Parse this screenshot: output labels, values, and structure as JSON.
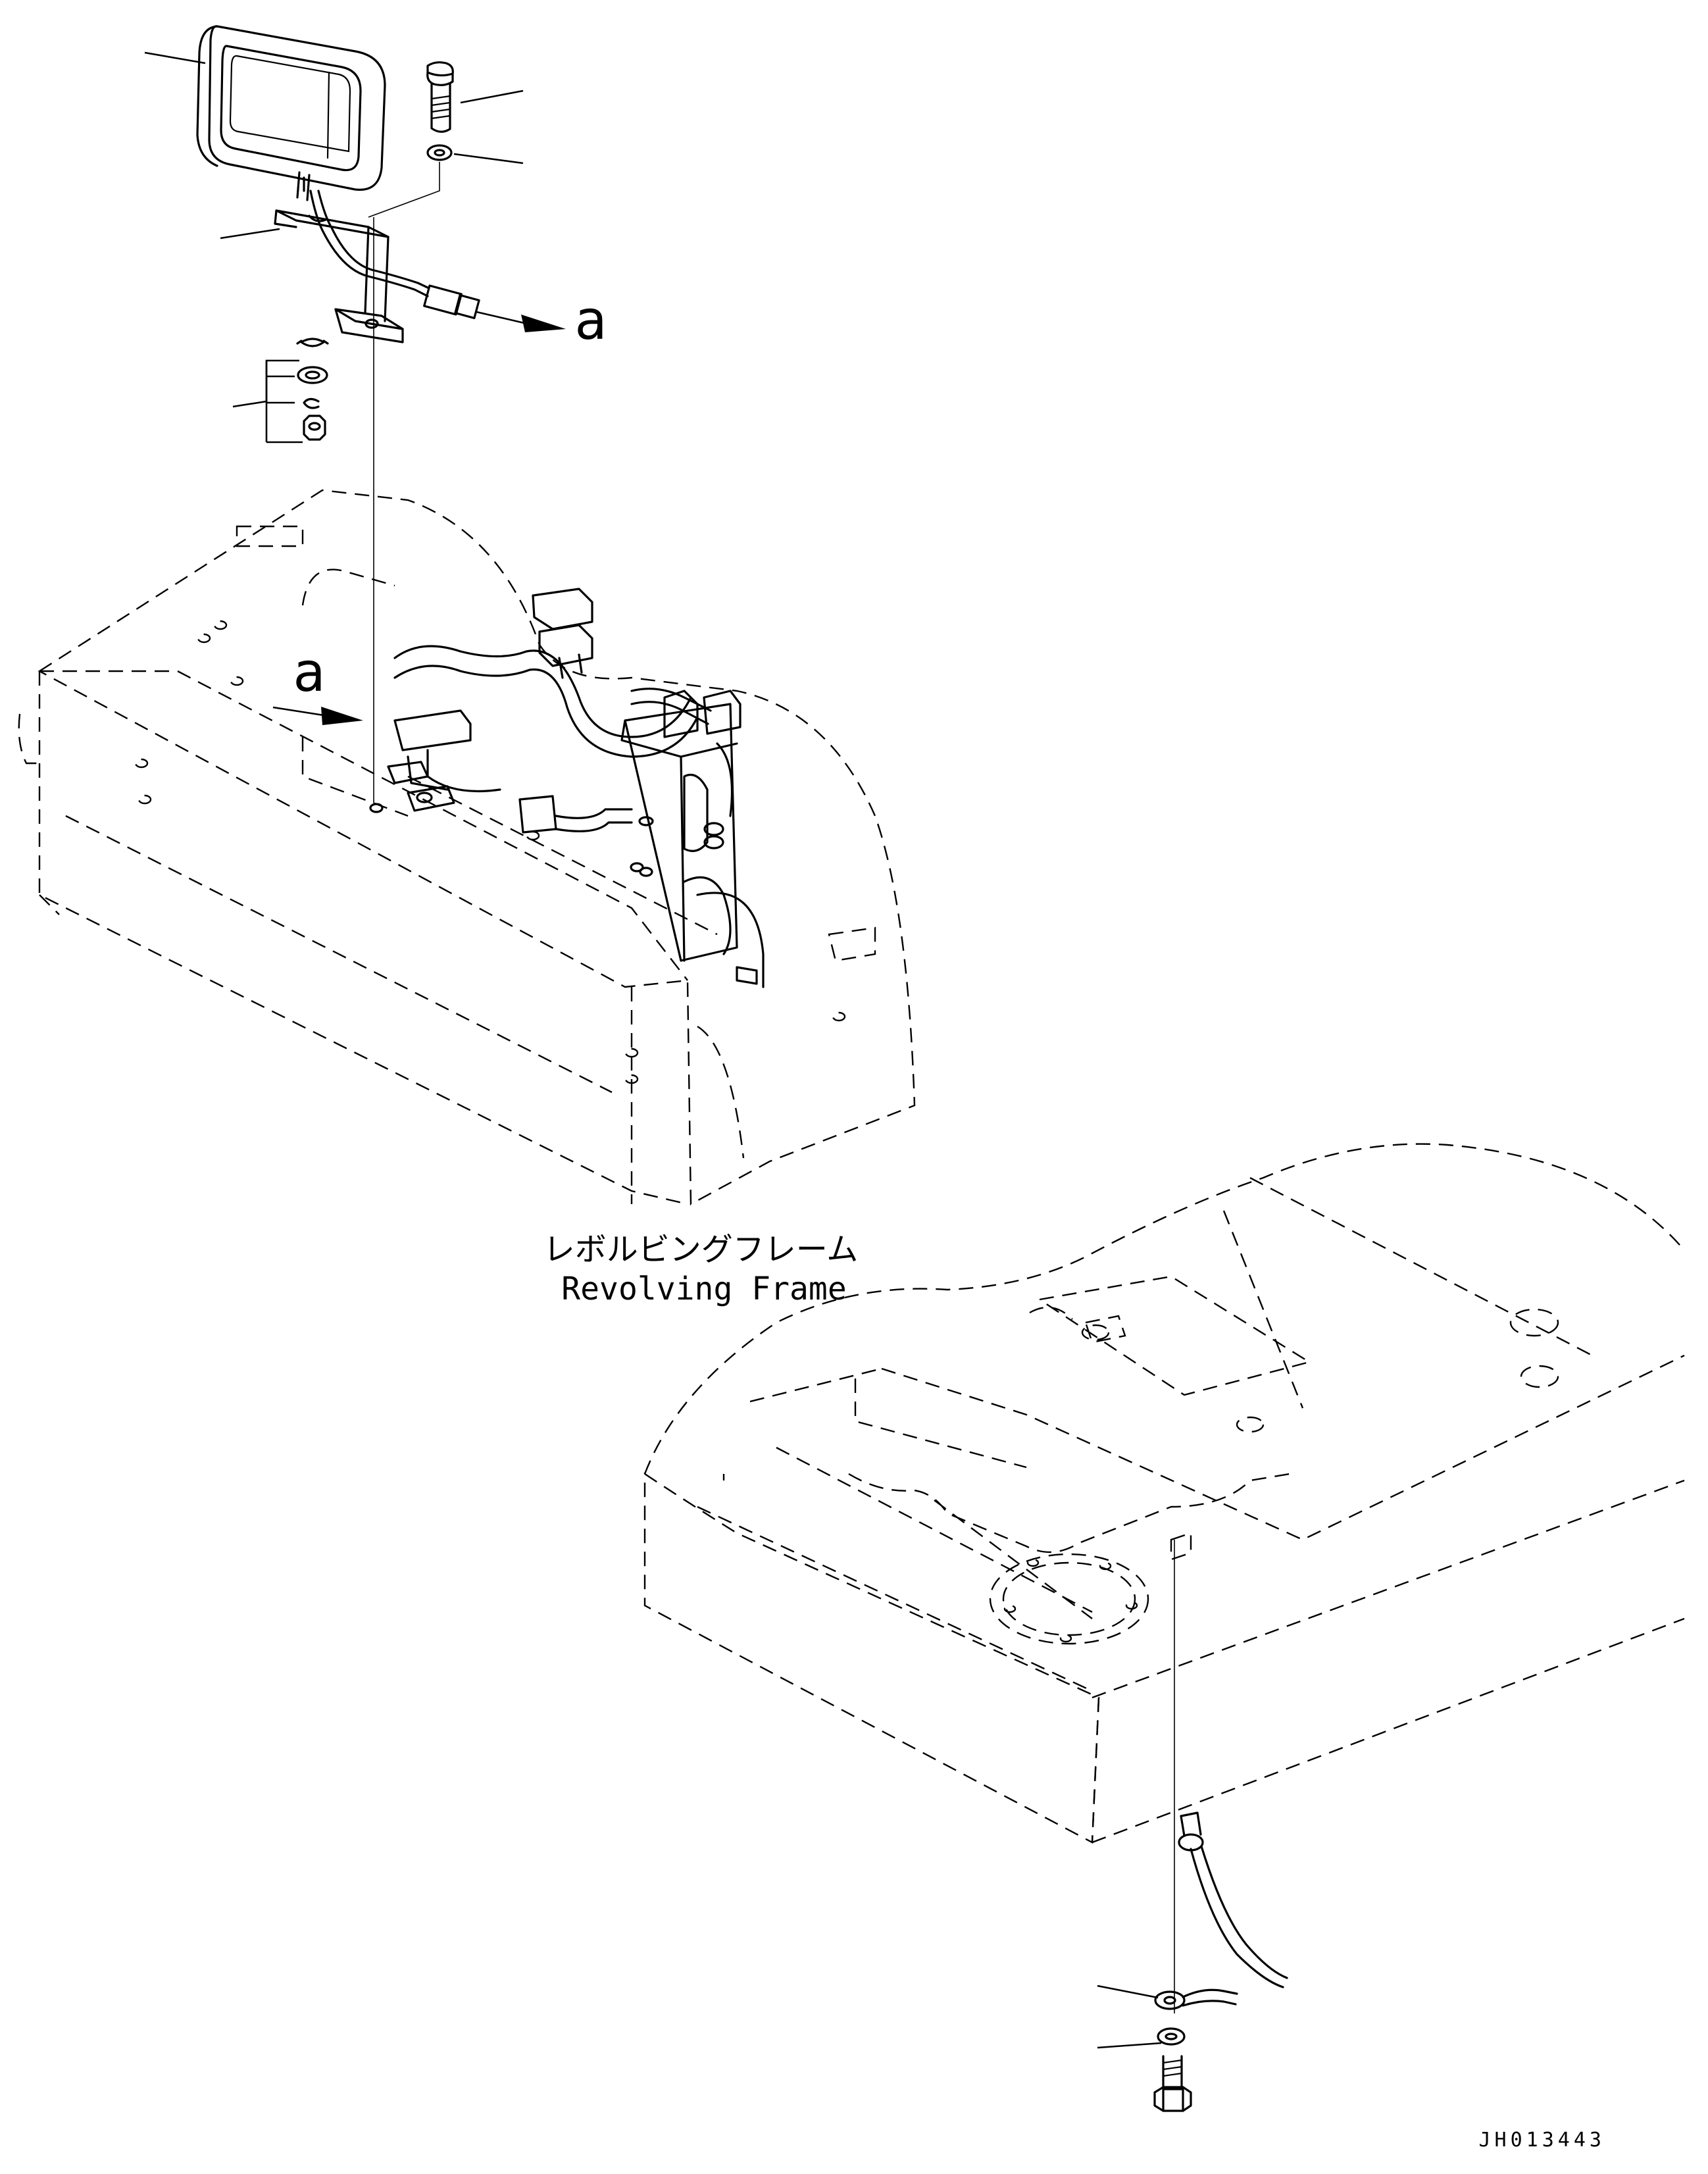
{
  "labels": {
    "connector_callout": "a",
    "view_marker": "a",
    "frame_name_ja": "レボルビングフレーム",
    "frame_name_en": "Revolving Frame",
    "drawing_number": "JH013443"
  }
}
